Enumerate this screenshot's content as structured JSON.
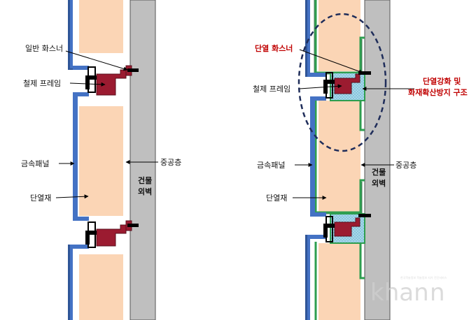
{
  "left": {
    "fastener": "일반 화스너",
    "frame": "철제 프레임",
    "panel": "금속패널",
    "insulation": "단열재",
    "cavity": "중공층",
    "wall_line1": "건물",
    "wall_line2": "외벽"
  },
  "right": {
    "fastener": "단열 화스너",
    "structure_line1": "단열강화 및",
    "structure_line2": "화재확산방지 구조",
    "frame": "철제 프레임",
    "panel": "금속패널",
    "insulation": "단열재",
    "cavity": "중공층",
    "wall_line1": "건물",
    "wall_line2": "외벽"
  },
  "watermark": {
    "brand": "khan",
    "suffix": "n",
    "tagline": "한국학술정보 학술정보 자가 진단서비스"
  },
  "colors": {
    "panel": "#4472c4",
    "insulation": "#fbd5b5",
    "wall": "#bfbfbf",
    "frame": "#9b1b30",
    "green": "#2e9e4f",
    "fill_dots": "#9fd3e6",
    "ellipse": "#1f2d5a",
    "red_label": "#c00000"
  }
}
